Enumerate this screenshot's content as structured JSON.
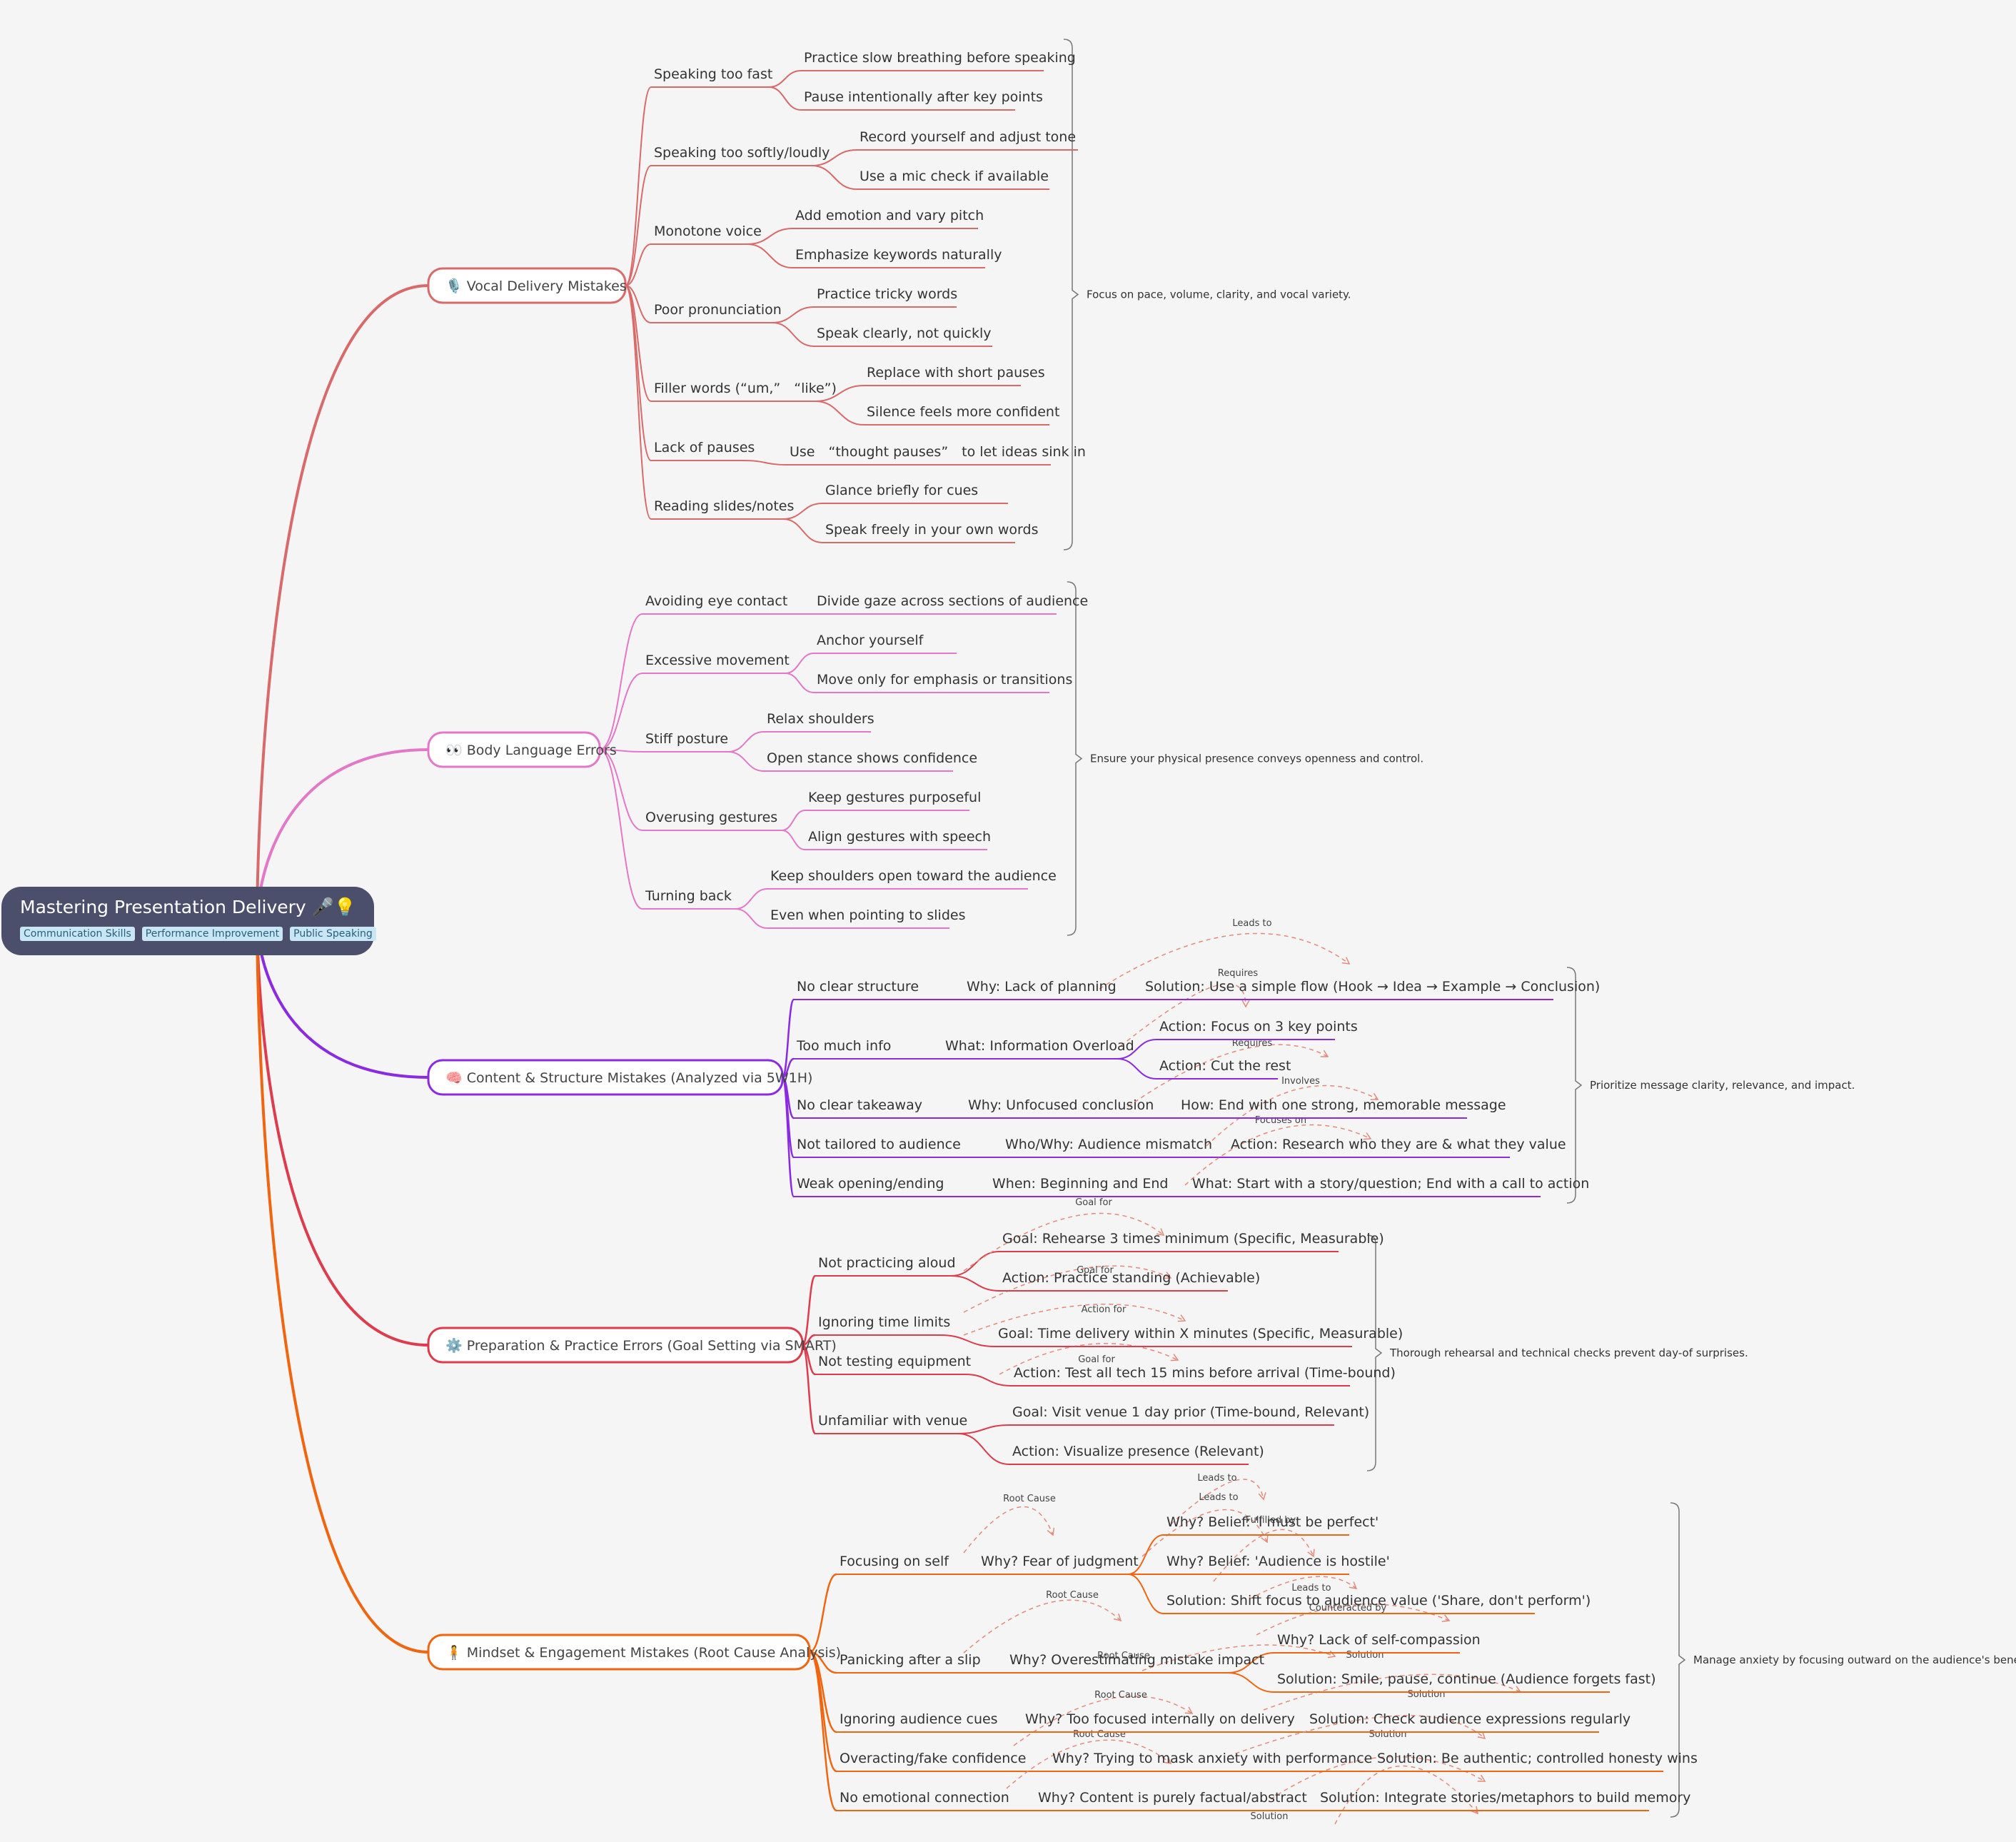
{
  "root": {
    "title": "Mastering Presentation Delivery 🎤💡",
    "tags": [
      "Communication Skills",
      "Performance Improvement",
      "Public Speaking"
    ]
  },
  "colors": {
    "vocal": "#d96a6a",
    "body": "#e378c8",
    "content": "#8a2be2",
    "prep": "#dc3c4c",
    "mindset": "#f0650f",
    "relation": "#e58a7a",
    "bracket": "#777777",
    "root_bg": "#4c4f6b"
  },
  "branches": {
    "vocal": {
      "label": "🎙️ Vocal Delivery Mistakes",
      "summary": "Focus on pace, volume, clarity, and vocal variety.",
      "topics": [
        {
          "label": "Speaking too fast",
          "children": [
            "Practice slow breathing before speaking",
            "Pause intentionally after key points"
          ]
        },
        {
          "label": "Speaking too softly/loudly",
          "children": [
            "Record yourself and adjust tone",
            "Use a mic check if available"
          ]
        },
        {
          "label": "Monotone voice",
          "children": [
            "Add emotion and vary pitch",
            "Emphasize keywords naturally"
          ]
        },
        {
          "label": "Poor pronunciation",
          "children": [
            "Practice tricky words",
            "Speak clearly, not quickly"
          ]
        },
        {
          "label": "Filler words (“um,”　“like”)",
          "children": [
            "Replace with short pauses",
            "Silence feels more confident"
          ]
        },
        {
          "label": "Lack of pauses",
          "children": [
            "Use　“thought pauses”　to let ideas sink in"
          ]
        },
        {
          "label": "Reading slides/notes",
          "children": [
            "Glance briefly for cues",
            "Speak freely in your own words"
          ]
        }
      ]
    },
    "body": {
      "label": "👀 Body Language Errors",
      "summary": "Ensure your physical presence conveys openness and control.",
      "topics": [
        {
          "label": "Avoiding eye contact",
          "children": [
            "Divide gaze across sections of audience"
          ]
        },
        {
          "label": "Excessive movement",
          "children": [
            "Anchor yourself",
            "Move only for emphasis or transitions"
          ]
        },
        {
          "label": "Stiff posture",
          "children": [
            "Relax shoulders",
            "Open stance shows confidence"
          ]
        },
        {
          "label": "Overusing gestures",
          "children": [
            "Keep gestures purposeful",
            "Align gestures with speech"
          ]
        },
        {
          "label": "Turning back",
          "children": [
            "Keep shoulders open toward the audience",
            "Even when pointing to slides"
          ]
        }
      ]
    },
    "content": {
      "label": "🧠 Content & Structure Mistakes (Analyzed via 5W1H)",
      "summary": "Prioritize message clarity, relevance, and impact.",
      "topics": [
        {
          "label": "No clear structure",
          "children": [
            {
              "label": "Why: Lack of planning",
              "children": [
                "Solution: Use a simple flow (Hook → Idea → Example → Conclusion)"
              ]
            }
          ]
        },
        {
          "label": "Too much info",
          "children": [
            {
              "label": "What: Information Overload",
              "children": [
                "Action: Focus on 3 key points",
                "Action: Cut the rest"
              ]
            }
          ]
        },
        {
          "label": "No clear takeaway",
          "children": [
            {
              "label": "Why: Unfocused conclusion",
              "children": [
                "How: End with one strong, memorable message"
              ]
            }
          ]
        },
        {
          "label": "Not tailored to audience",
          "children": [
            {
              "label": "Who/Why: Audience mismatch",
              "children": [
                "Action: Research who they are & what they value"
              ]
            }
          ]
        },
        {
          "label": "Weak opening/ending",
          "children": [
            {
              "label": "When: Beginning and End",
              "children": [
                "What: Start with a story/question; End with a call to action"
              ]
            }
          ]
        }
      ]
    },
    "prep": {
      "label": "⚙️ Preparation & Practice Errors (Goal Setting via SMART)",
      "summary": "Thorough rehearsal and technical checks prevent day-of surprises.",
      "topics": [
        {
          "label": "Not practicing aloud",
          "children": [
            "Goal: Rehearse 3 times minimum (Specific, Measurable)",
            "Action: Practice standing (Achievable)"
          ]
        },
        {
          "label": "Ignoring time limits",
          "children": [
            "Goal: Time delivery within X minutes (Specific, Measurable)"
          ]
        },
        {
          "label": "Not testing equipment",
          "children": [
            "Action: Test all tech 15 mins before arrival (Time-bound)"
          ]
        },
        {
          "label": "Unfamiliar with venue",
          "children": [
            "Goal: Visit venue 1 day prior (Time-bound, Relevant)",
            "Action: Visualize presence (Relevant)"
          ]
        }
      ]
    },
    "mindset": {
      "label": "🧍 Mindset & Engagement Mistakes (Root Cause Analysis)",
      "summary": "Manage anxiety by focusing outward on the audience's benefit",
      "topics": [
        {
          "label": "Focusing on self",
          "children": [
            {
              "label": "Why? Fear of judgment",
              "children": [
                "Why? Belief: 'I must be perfect'",
                "Why? Belief: 'Audience is hostile'",
                "Solution: Shift focus to audience value ('Share, don't perform')"
              ]
            }
          ]
        },
        {
          "label": "Panicking after a slip",
          "children": [
            {
              "label": "Why? Overestimating mistake impact",
              "children": [
                "Why? Lack of self-compassion",
                "Solution: Smile, pause, continue (Audience forgets fast)"
              ]
            }
          ]
        },
        {
          "label": "Ignoring audience cues",
          "children": [
            {
              "label": "Why? Too focused internally on delivery",
              "children": [
                "Solution: Check audience expressions regularly"
              ]
            }
          ]
        },
        {
          "label": "Overacting/fake confidence",
          "children": [
            {
              "label": "Why? Trying to mask anxiety with performance",
              "children": [
                "Solution: Be authentic; controlled honesty wins"
              ]
            }
          ]
        },
        {
          "label": "No emotional connection",
          "children": [
            {
              "label": "Why? Content is purely factual/abstract",
              "children": [
                "Solution: Integrate stories/metaphors to build memory"
              ]
            }
          ]
        }
      ]
    }
  },
  "relations": [
    {
      "label": "Leads to"
    },
    {
      "label": "Requires"
    },
    {
      "label": "Requires"
    },
    {
      "label": "Involves"
    },
    {
      "label": "Focuses on"
    },
    {
      "label": "Goal for"
    },
    {
      "label": "Goal for"
    },
    {
      "label": "Action for"
    },
    {
      "label": "Goal for"
    },
    {
      "label": "Root Cause"
    },
    {
      "label": "Leads to"
    },
    {
      "label": "Leads to"
    },
    {
      "label": "Fulfilled by"
    },
    {
      "label": "Leads to"
    },
    {
      "label": "Counteracted by"
    },
    {
      "label": "Root Cause"
    },
    {
      "label": "Root Cause"
    },
    {
      "label": "Solution"
    },
    {
      "label": "Root Cause"
    },
    {
      "label": "Solution"
    },
    {
      "label": "Root Cause"
    },
    {
      "label": "Solution"
    },
    {
      "label": "Solution"
    }
  ]
}
